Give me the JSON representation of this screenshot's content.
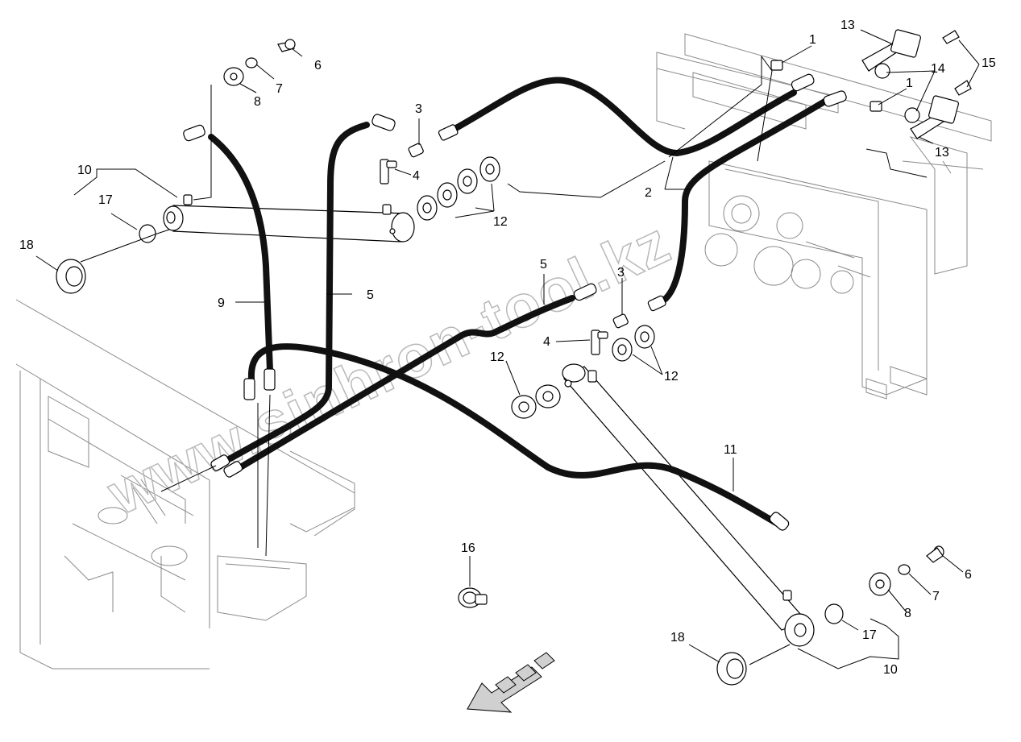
{
  "diagram": {
    "watermark": "www.sinhron-tool.kz",
    "callouts": [
      "1",
      "1",
      "2",
      "3",
      "3",
      "4",
      "4",
      "5",
      "5",
      "6",
      "6",
      "7",
      "7",
      "8",
      "8",
      "9",
      "10",
      "10",
      "11",
      "12",
      "12",
      "12",
      "13",
      "13",
      "14",
      "15",
      "16",
      "17",
      "17",
      "18",
      "18"
    ]
  }
}
